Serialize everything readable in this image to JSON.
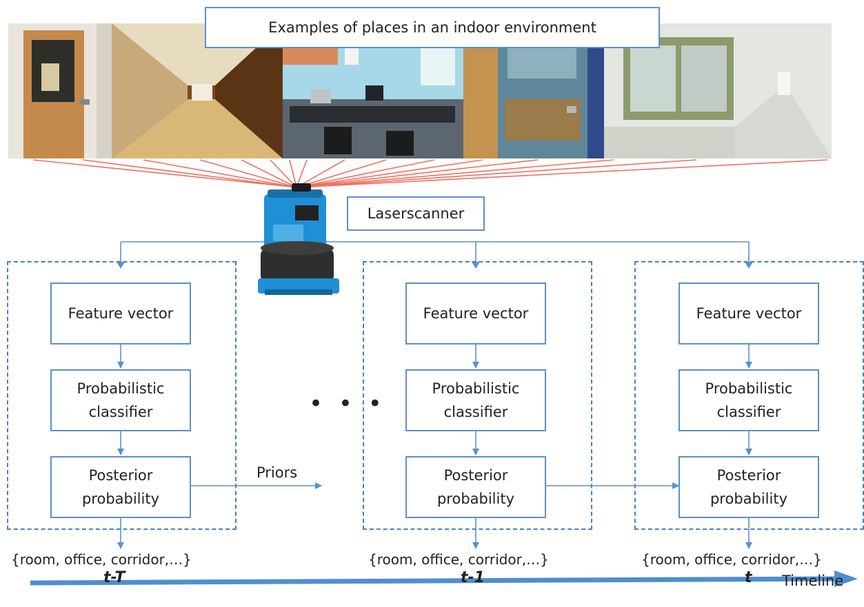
{
  "header": {
    "title": "Examples of places in an indoor environment"
  },
  "photos": [
    {
      "name": "door",
      "colors": [
        "#ead3a8",
        "#b07a44",
        "#7a4d24"
      ]
    },
    {
      "name": "corridor",
      "colors": [
        "#6a3a1c",
        "#c6a46a",
        "#3b2412"
      ]
    },
    {
      "name": "lab",
      "colors": [
        "#a9d6e6",
        "#6c7a86",
        "#1e2226"
      ]
    },
    {
      "name": "office-door",
      "colors": [
        "#c3914d",
        "#5d7f8d",
        "#2a3a44"
      ]
    },
    {
      "name": "hospital-corridor",
      "colors": [
        "#dfe3dc",
        "#8e9a76",
        "#c9ccc4"
      ]
    }
  ],
  "scanner": {
    "label": "Laserscanner",
    "body_color": "#1f8fd6"
  },
  "stages": [
    {
      "feature": "Feature vector",
      "classifier": "Probabilistic classifier",
      "posterior": "Posterior probability",
      "output": "{room, office, corridor,…}",
      "time": "t-T"
    },
    {
      "feature": "Feature vector",
      "classifier": "Probabilistic classifier",
      "posterior": "Posterior probability",
      "output": "{room, office, corridor,…}",
      "time": "t-1"
    },
    {
      "feature": "Feature vector",
      "classifier": "Probabilistic classifier",
      "posterior": "Posterior probability",
      "output": "{room, office, corridor,…}",
      "time": "t"
    }
  ],
  "priors_label": "Priors",
  "ellipsis": "• • •",
  "timeline": {
    "label": "Timeline"
  },
  "colors": {
    "arrow": "#5b8fcf",
    "laser_ray": "#f07060",
    "timeline": "#4f8fd0"
  }
}
